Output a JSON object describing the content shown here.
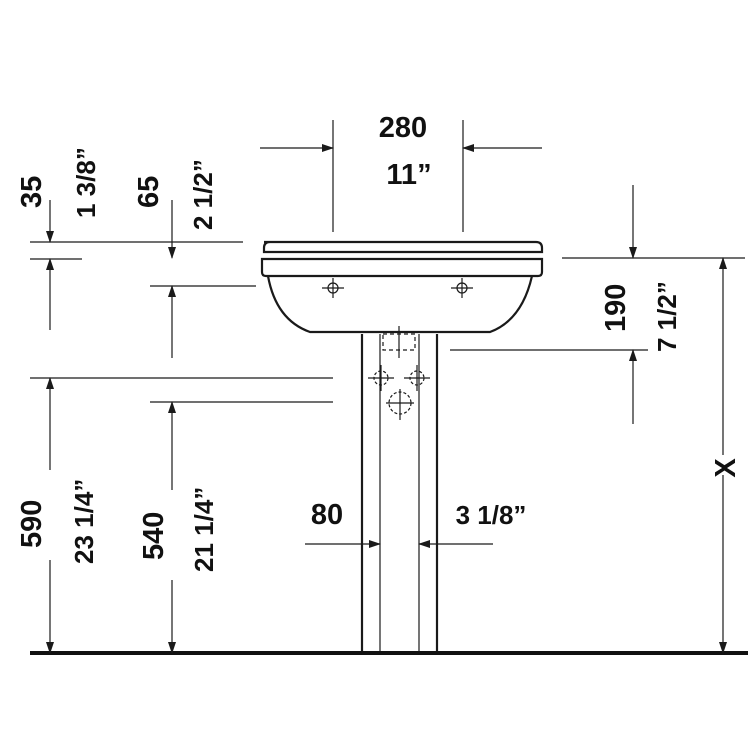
{
  "dimensions": {
    "top_width_mm": "280",
    "top_width_in": "11”",
    "rim_thickness_mm": "35",
    "rim_thickness_in": "1 3/8”",
    "overflow_depth_mm": "65",
    "overflow_depth_in": "2 1/2”",
    "drain_depth_mm": "190",
    "drain_depth_in": "7 1/2”",
    "height_590_mm": "590",
    "height_590_in": "23 1/4”",
    "height_540_mm": "540",
    "height_540_in": "21 1/4”",
    "pedestal_width_mm": "80",
    "pedestal_width_in": "3 1/8”",
    "overall_height": "X"
  }
}
